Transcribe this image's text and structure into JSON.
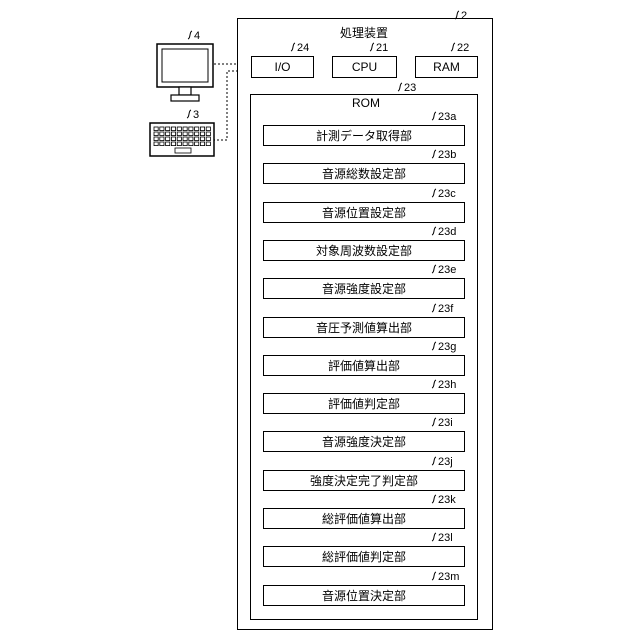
{
  "device": {
    "title": "処理装置",
    "ref": "2"
  },
  "io": {
    "label": "I/O",
    "ref": "24"
  },
  "cpu": {
    "label": "CPU",
    "ref": "21"
  },
  "ram": {
    "label": "RAM",
    "ref": "22"
  },
  "rom": {
    "label": "ROM",
    "ref": "23"
  },
  "monitor": {
    "ref": "4"
  },
  "keyboard": {
    "ref": "3"
  },
  "modules": [
    {
      "label": "計測データ取得部",
      "ref": "23a"
    },
    {
      "label": "音源総数設定部",
      "ref": "23b"
    },
    {
      "label": "音源位置設定部",
      "ref": "23c"
    },
    {
      "label": "対象周波数設定部",
      "ref": "23d"
    },
    {
      "label": "音源強度設定部",
      "ref": "23e"
    },
    {
      "label": "音圧予測値算出部",
      "ref": "23f"
    },
    {
      "label": "評価値算出部",
      "ref": "23g"
    },
    {
      "label": "評価値判定部",
      "ref": "23h"
    },
    {
      "label": "音源強度決定部",
      "ref": "23i"
    },
    {
      "label": "強度決定完了判定部",
      "ref": "23j"
    },
    {
      "label": "総評価値算出部",
      "ref": "23k"
    },
    {
      "label": "総評価値判定部",
      "ref": "23l"
    },
    {
      "label": "音源位置決定部",
      "ref": "23m"
    }
  ]
}
